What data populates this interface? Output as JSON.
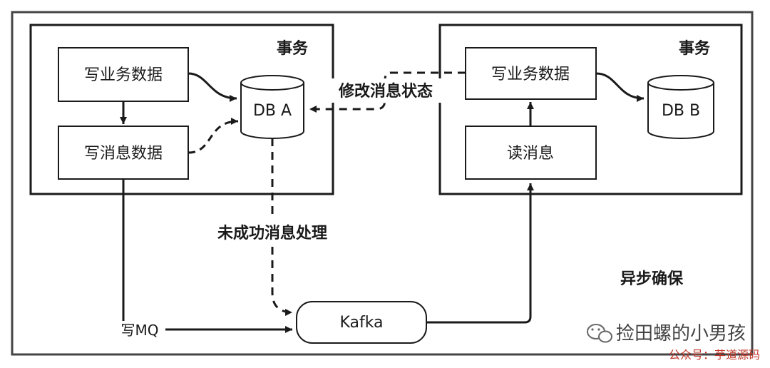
{
  "diagram": {
    "left_transaction": {
      "title": "事务",
      "box_write_business": "写业务数据",
      "box_write_message": "写消息数据",
      "db": "DB A"
    },
    "right_transaction": {
      "title": "事务",
      "box_write_business": "写业务数据",
      "box_read_message": "读消息",
      "db": "DB B"
    },
    "edge_labels": {
      "update_status": "修改消息状态",
      "retry_failed": "未成功消息处理",
      "write_mq": "写MQ"
    },
    "kafka": "Kafka",
    "async_guarantee": "异步确保"
  },
  "watermark": {
    "account_name": "捡田螺的小男孩",
    "subtitle": "公众号：芋道源码"
  },
  "colors": {
    "stroke": "#1a1a1a",
    "watermark_subtitle": "#c0392b"
  }
}
